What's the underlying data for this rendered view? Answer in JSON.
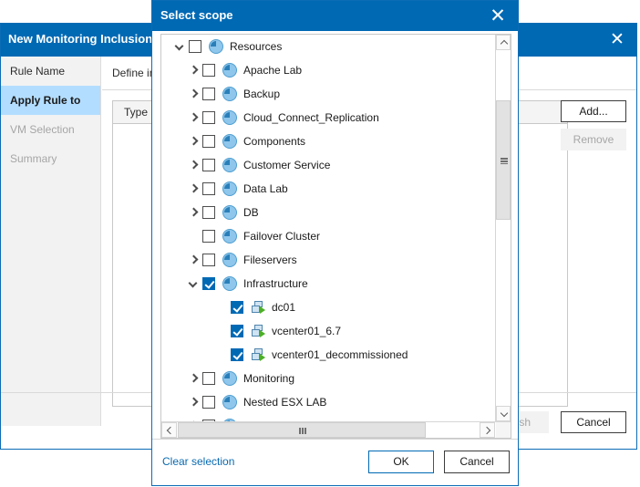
{
  "wizard": {
    "title": "New Monitoring Inclusion Rule",
    "close_label": "✕",
    "description": "Define inf",
    "steps": [
      {
        "label": "Rule Name",
        "state": "normal"
      },
      {
        "label": "Apply Rule to",
        "state": "active"
      },
      {
        "label": "VM Selection",
        "state": "disabled"
      },
      {
        "label": "Summary",
        "state": "disabled"
      }
    ],
    "table": {
      "columns": [
        "Type"
      ]
    },
    "buttons": {
      "add": "Add...",
      "remove": "Remove",
      "finish": "Finish",
      "cancel": "Cancel"
    }
  },
  "modal": {
    "title": "Select scope",
    "close_label": "✕",
    "tree": [
      {
        "label": "Resources",
        "indent": 0,
        "twisty": "down",
        "checked": false,
        "icon": "scope-icon"
      },
      {
        "label": "Apache Lab",
        "indent": 1,
        "twisty": "right",
        "checked": false,
        "icon": "scope-icon"
      },
      {
        "label": "Backup",
        "indent": 1,
        "twisty": "right",
        "checked": false,
        "icon": "scope-icon"
      },
      {
        "label": "Cloud_Connect_Replication",
        "indent": 1,
        "twisty": "right",
        "checked": false,
        "icon": "scope-icon"
      },
      {
        "label": "Components",
        "indent": 1,
        "twisty": "right",
        "checked": false,
        "icon": "scope-icon"
      },
      {
        "label": "Customer Service",
        "indent": 1,
        "twisty": "right",
        "checked": false,
        "icon": "scope-icon"
      },
      {
        "label": "Data Lab",
        "indent": 1,
        "twisty": "right",
        "checked": false,
        "icon": "scope-icon"
      },
      {
        "label": "DB",
        "indent": 1,
        "twisty": "right",
        "checked": false,
        "icon": "scope-icon"
      },
      {
        "label": "Failover Cluster",
        "indent": 1,
        "twisty": "none",
        "checked": false,
        "icon": "scope-icon"
      },
      {
        "label": "Fileservers",
        "indent": 1,
        "twisty": "right",
        "checked": false,
        "icon": "scope-icon"
      },
      {
        "label": "Infrastructure",
        "indent": 1,
        "twisty": "down",
        "checked": true,
        "icon": "scope-icon"
      },
      {
        "label": "dc01",
        "indent": 2,
        "twisty": "none",
        "checked": true,
        "icon": "vm-icon"
      },
      {
        "label": "vcenter01_6.7",
        "indent": 2,
        "twisty": "none",
        "checked": true,
        "icon": "vm-icon"
      },
      {
        "label": "vcenter01_decommissioned",
        "indent": 2,
        "twisty": "none",
        "checked": true,
        "icon": "vm-icon"
      },
      {
        "label": "Monitoring",
        "indent": 1,
        "twisty": "right",
        "checked": false,
        "icon": "scope-icon"
      },
      {
        "label": "Nested ESX LAB",
        "indent": 1,
        "twisty": "right",
        "checked": false,
        "icon": "scope-icon"
      },
      {
        "label": "Proxies",
        "indent": 1,
        "twisty": "right",
        "checked": false,
        "icon": "scope-icon"
      }
    ],
    "footer": {
      "clear_selection": "Clear selection",
      "ok": "OK",
      "cancel": "Cancel"
    }
  },
  "colors": {
    "accent": "#0069b4",
    "link": "#0a6ab0",
    "active_step": "#b3ddff",
    "check_fill": "#0069b4"
  }
}
